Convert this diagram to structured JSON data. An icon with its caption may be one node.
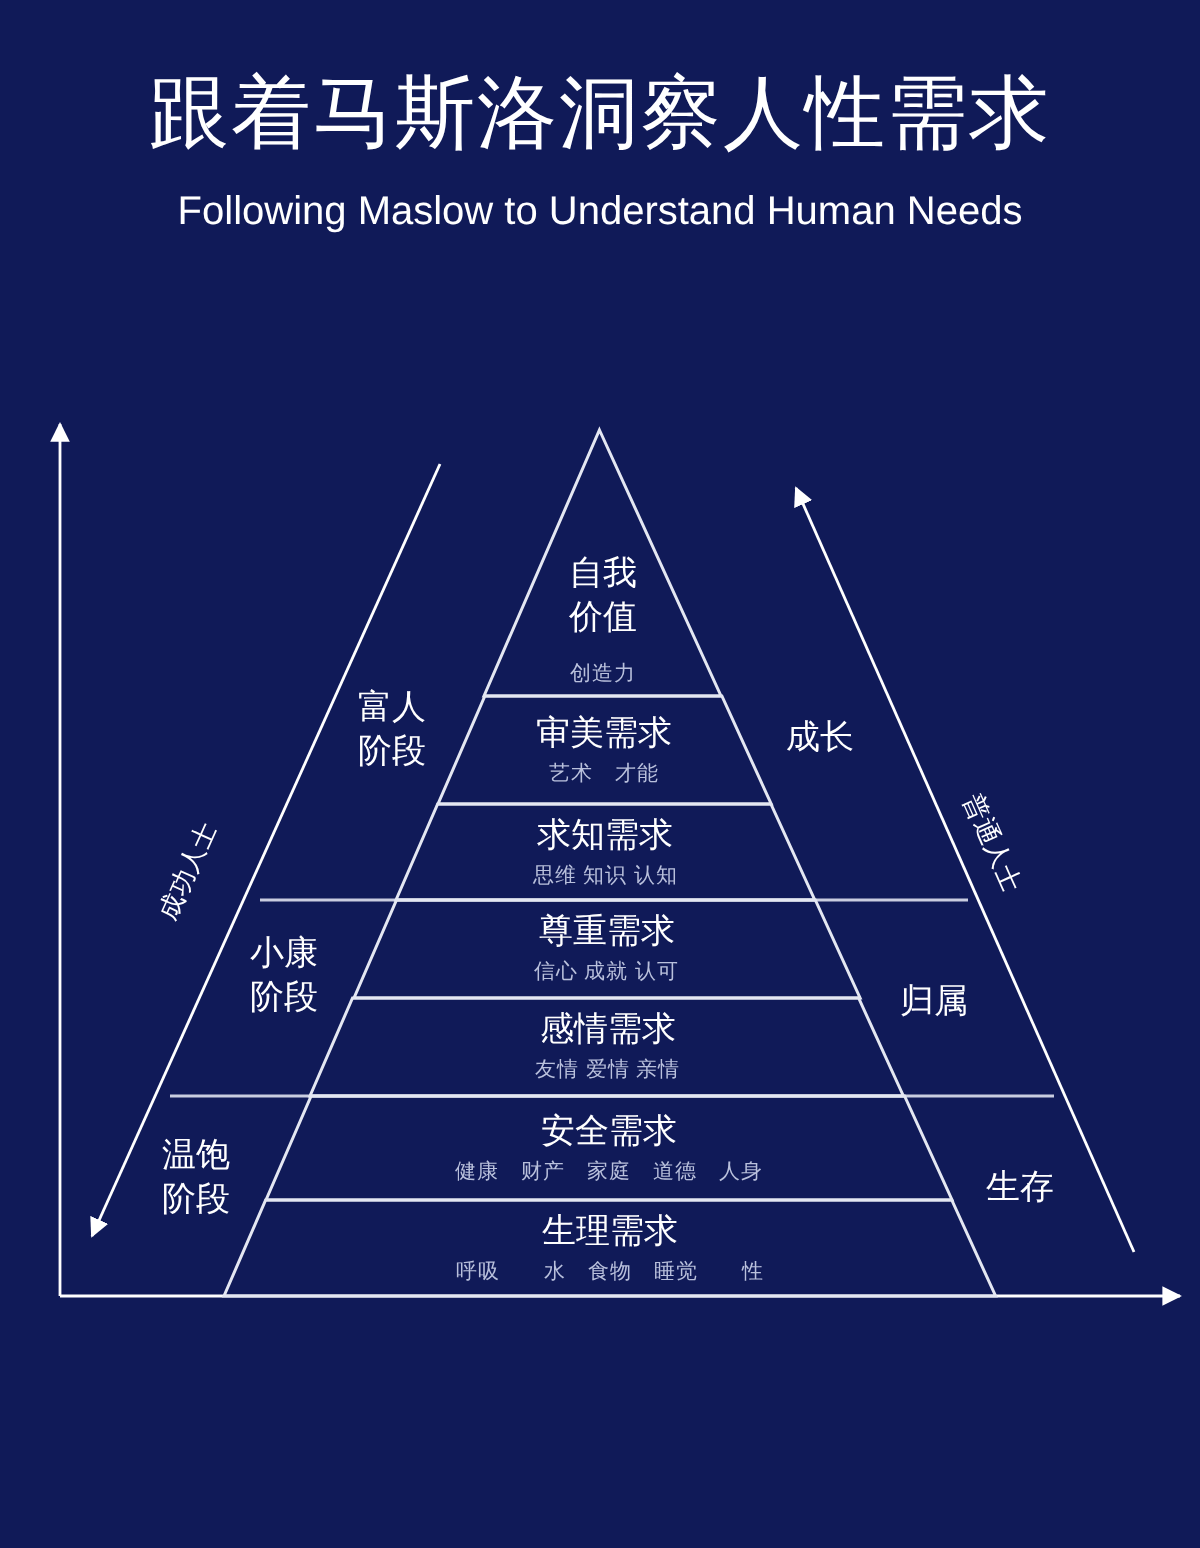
{
  "diagram": {
    "title": "跟着马斯洛洞察人性需求",
    "nodes": [
      {
        "text": [
          "自我价值",
          "创造力"
        ]
      },
      {
        "text": [
          "审美需求",
          "艺术　才能"
        ]
      },
      {
        "text": [
          "求知需求",
          "思维 知识 认知"
        ]
      },
      {
        "text": [
          "尊重需求",
          "信心 成就 认可"
        ]
      },
      {
        "text": [
          "感情需求",
          "友情 爱情 亲情"
        ]
      },
      {
        "text": [
          "安全需求",
          "健康　财产　家庭　道德　人身"
        ]
      },
      {
        "text": [
          "生理需求",
          "呼吸　　水　食物　睡觉　　性"
        ]
      }
    ],
    "edges": [],
    "labels": [
      "Following Maslow to Understand Human Needs",
      "富人阶段",
      "成长",
      "成功人士",
      "普通人士",
      "小康阶段",
      "归属",
      "温饱阶段",
      "生存"
    ]
  }
}
